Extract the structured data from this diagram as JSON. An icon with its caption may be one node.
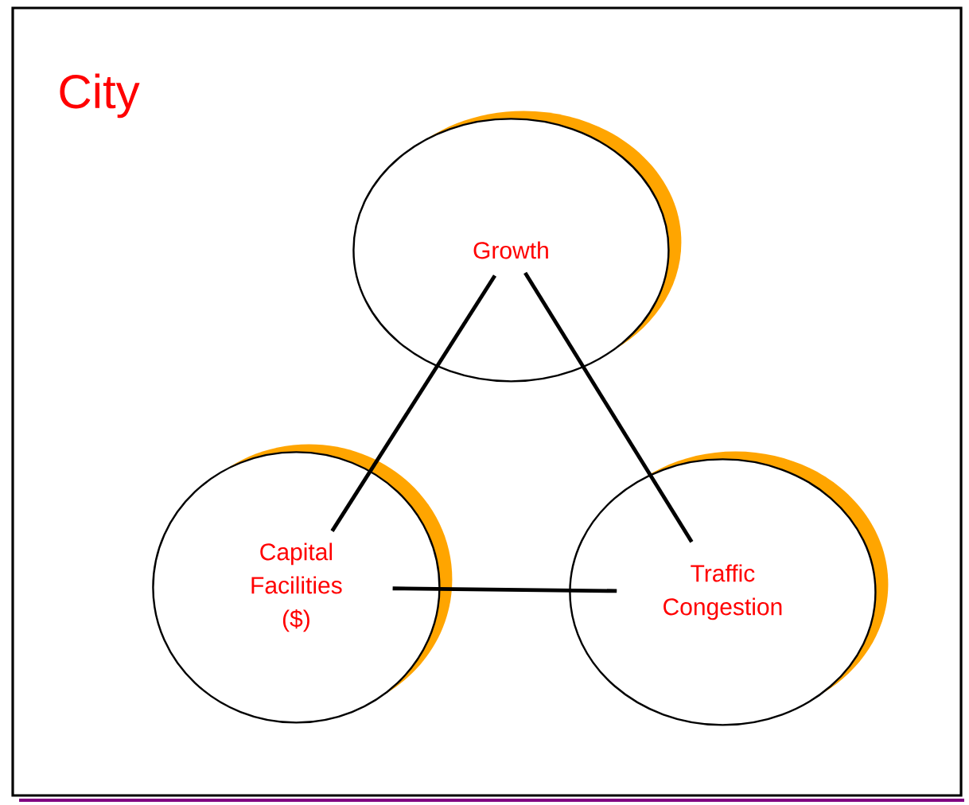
{
  "diagram": {
    "nodes": [
      {
        "text": [
          "City"
        ]
      },
      {
        "text": [
          "Growth"
        ],
        "in": 0
      },
      {
        "text": [
          "Capital Facilities ($)"
        ],
        "in": 0
      },
      {
        "text": [
          "Traffic Congestion"
        ],
        "in": 0
      }
    ],
    "edges": [
      {
        "from": 1,
        "to": 2,
        "arrow": "none"
      },
      {
        "from": 1,
        "to": 3,
        "arrow": "none"
      },
      {
        "from": 2,
        "to": 3,
        "arrow": "none"
      }
    ]
  }
}
